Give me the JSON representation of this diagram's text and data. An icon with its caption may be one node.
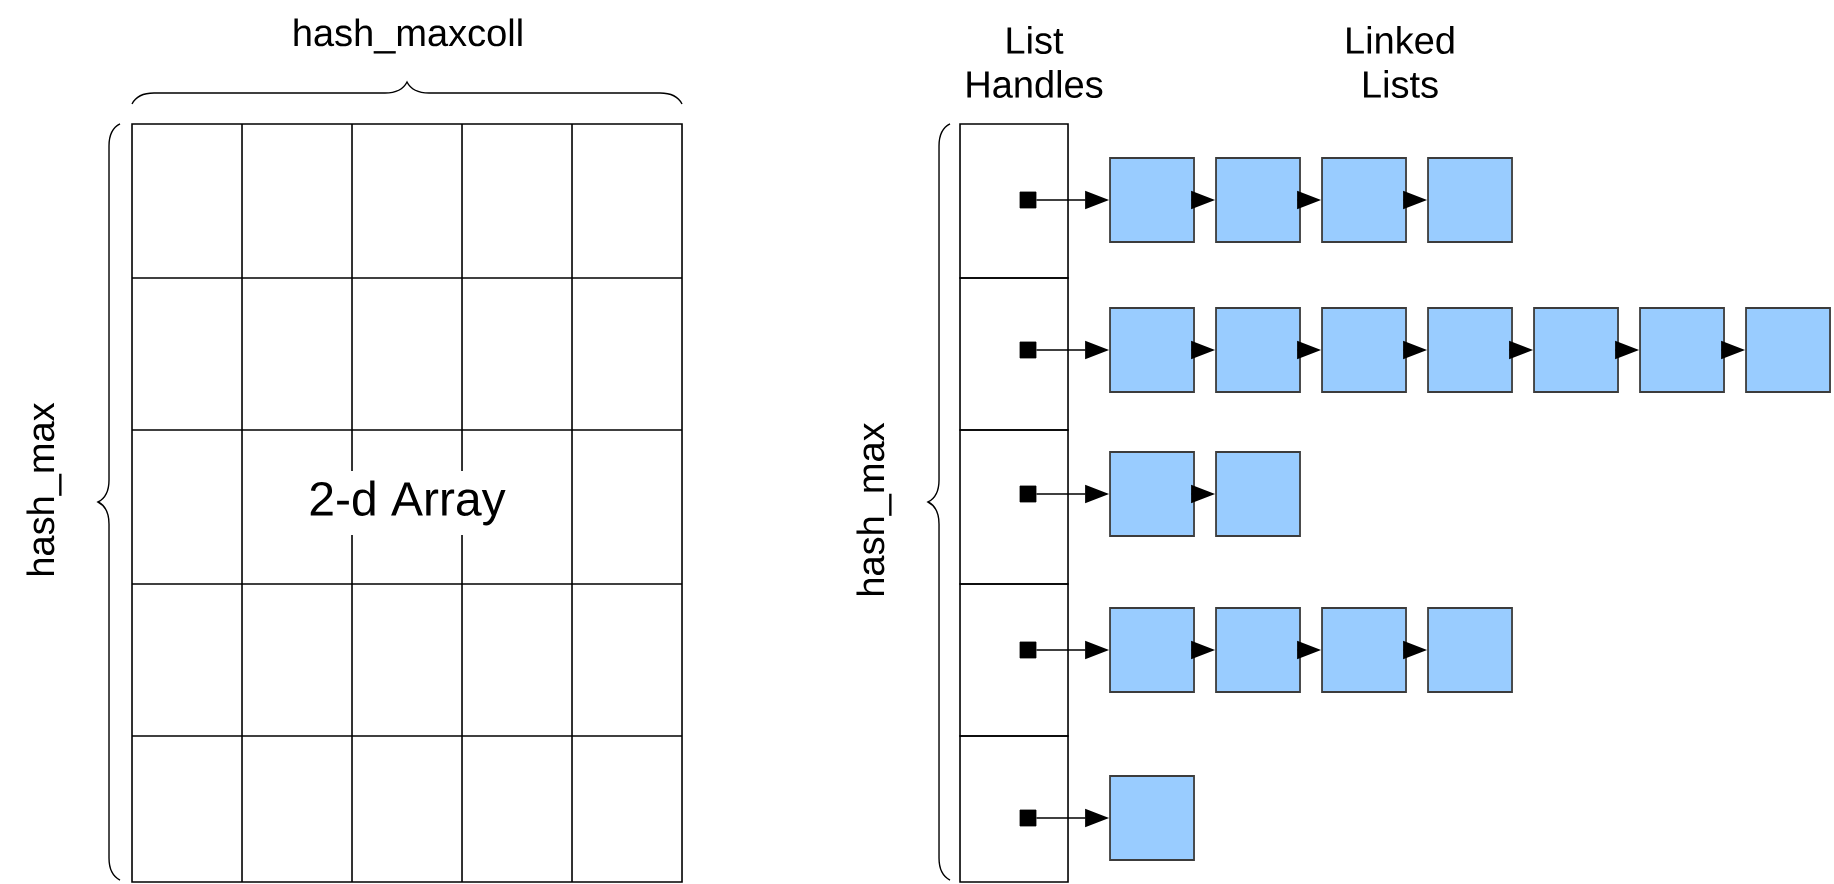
{
  "diagram": {
    "nodes": [
      {
        "text": [
          "2-d Array"
        ]
      },
      {
        "text": [],
        "shape": "box"
      },
      {
        "text": [],
        "shape": "box",
        "in": 1
      },
      {
        "text": [],
        "shape": "box"
      },
      {
        "text": [],
        "shape": "box"
      },
      {
        "text": [],
        "shape": "box"
      },
      {
        "text": [],
        "shape": "box"
      },
      {
        "text": [],
        "shape": "box"
      },
      {
        "text": [],
        "shape": "box",
        "in": 7
      },
      {
        "text": [],
        "shape": "box"
      },
      {
        "text": [],
        "shape": "box"
      },
      {
        "text": [],
        "shape": "box"
      },
      {
        "text": [],
        "shape": "box"
      },
      {
        "text": [],
        "shape": "box"
      },
      {
        "text": [],
        "shape": "box"
      },
      {
        "text": [],
        "shape": "box"
      },
      {
        "text": [],
        "shape": "box"
      },
      {
        "text": [],
        "shape": "box",
        "in": 16
      },
      {
        "text": [],
        "shape": "box"
      },
      {
        "text": [],
        "shape": "box"
      },
      {
        "text": [],
        "shape": "box"
      },
      {
        "text": [],
        "shape": "box",
        "in": 20
      },
      {
        "text": [],
        "shape": "box"
      },
      {
        "text": [],
        "shape": "box"
      },
      {
        "text": [],
        "shape": "box"
      },
      {
        "text": [],
        "shape": "box"
      },
      {
        "text": [],
        "shape": "box"
      },
      {
        "text": [],
        "shape": "box",
        "in": 26
      },
      {
        "text": [],
        "shape": "box"
      }
    ],
    "edges": [
      {
        "from": 2,
        "to": 3,
        "arrow": "to"
      },
      {
        "from": 3,
        "to": 4,
        "arrow": "to"
      },
      {
        "from": 4,
        "to": 5,
        "arrow": "to"
      },
      {
        "from": 5,
        "to": 6,
        "arrow": "to"
      },
      {
        "from": 8,
        "to": 9,
        "arrow": "to"
      },
      {
        "from": 9,
        "to": 10,
        "arrow": "to"
      },
      {
        "from": 10,
        "to": 11,
        "arrow": "to"
      },
      {
        "from": 11,
        "to": 12,
        "arrow": "to"
      },
      {
        "from": 12,
        "to": 13,
        "arrow": "to"
      },
      {
        "from": 13,
        "to": 14,
        "arrow": "to"
      },
      {
        "from": 14,
        "to": 15,
        "arrow": "to"
      },
      {
        "from": 17,
        "to": 18,
        "arrow": "to"
      },
      {
        "from": 18,
        "to": 19,
        "arrow": "to"
      },
      {
        "from": 21,
        "to": 22,
        "arrow": "to"
      },
      {
        "from": 22,
        "to": 23,
        "arrow": "to"
      },
      {
        "from": 23,
        "to": 24,
        "arrow": "to"
      },
      {
        "from": 24,
        "to": 25,
        "arrow": "to"
      },
      {
        "from": 27,
        "to": 28,
        "arrow": "to"
      }
    ],
    "labels": [
      "hash_maxcoll",
      "List Handles",
      "Linked Lists",
      "hash_max",
      "hash_max"
    ]
  }
}
